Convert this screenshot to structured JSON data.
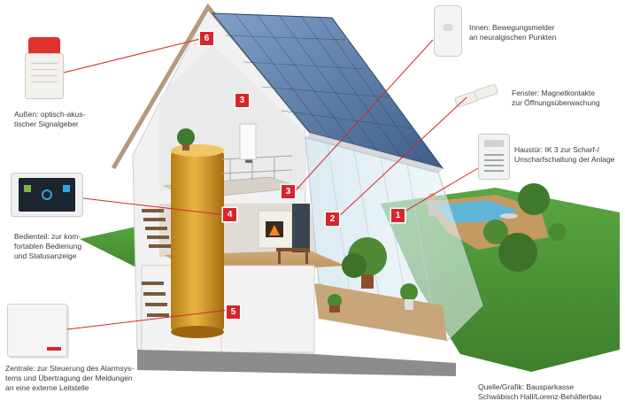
{
  "captions": {
    "siren": "Außen: optisch-akus-\ntischer Signalgeber",
    "motion": "Innen: Bewegungsmelder\nan neuralgischen Punkten",
    "window": "Fenster: Magnetkontakte\nzur Öffnungsüberwachung",
    "door": "Haustür: IK 3 zur Scharf-/\nUnscharfschaltung der Anlage",
    "panel": "Bedienteil: zur kom-\nfortablen Bedienung\nund Statusanzeige",
    "central": "Zentrale: zur Steuerung des Alarmsys-\ntems und Übertragung der Meldungen\nan eine externe Leitstelle",
    "source": "Quelle/Grafik: Bausparkasse\nSchwäbisch Hall/Lorenz-Behälterbau"
  },
  "badges": {
    "b6": "6",
    "b3a": "3",
    "b3b": "3",
    "b4": "4",
    "b2": "2",
    "b1": "1",
    "b5": "5"
  },
  "colors": {
    "accent": "#d7262b",
    "lawn": "#4f9a3a",
    "wall": "#f2f2f2",
    "roof_panel": "#5f7fa8"
  }
}
